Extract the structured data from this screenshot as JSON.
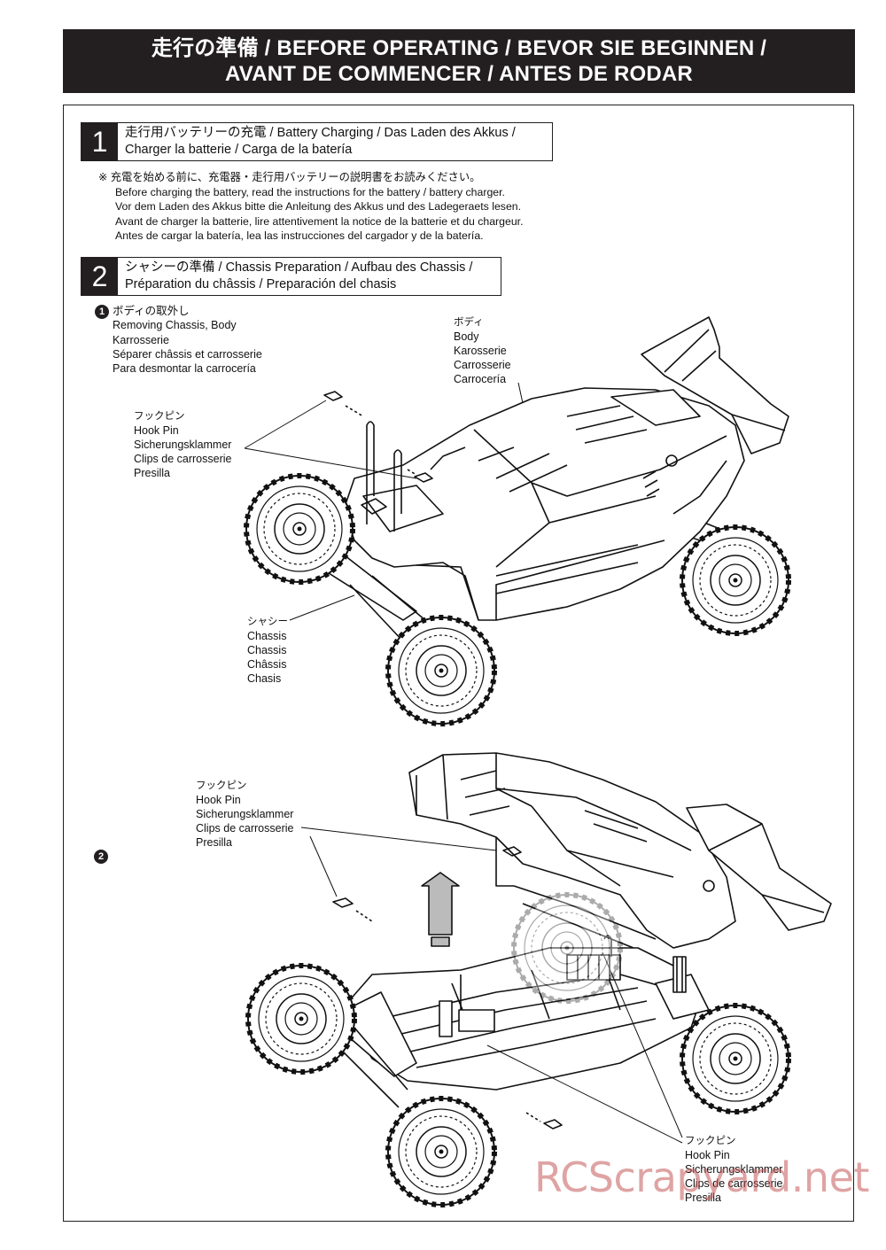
{
  "header": {
    "line1": "走行の準備 / BEFORE OPERATING / BEVOR SIE BEGINNEN /",
    "line2": "AVANT DE COMMENCER / ANTES DE RODAR"
  },
  "step1": {
    "number": "1",
    "title_line1": "走行用バッテリーの充電 / Battery Charging / Das Laden des Akkus /",
    "title_line2": "Charger la batterie / Carga de la batería",
    "note": [
      "※ 充電を始める前に、充電器・走行用バッテリーの説明書をお読みください。",
      "Before charging the battery, read the instructions for the battery / battery charger.",
      "Vor dem Laden des Akkus bitte die Anleitung des Akkus und des Ladegeraets lesen.",
      "Avant de charger la batterie, lire attentivement la notice de la batterie et du chargeur.",
      "Antes de cargar la batería, lea las instrucciones del cargador y de la batería."
    ]
  },
  "step2": {
    "number": "2",
    "title_line1": "シャシーの準備 / Chassis Preparation / Aufbau des Chassis /",
    "title_line2": "Préparation du châssis / Preparación del chasis",
    "sub1": {
      "marker": "1",
      "lines": [
        "ボディの取外し",
        "Removing Chassis, Body",
        "Karrosserie",
        "Séparer châssis et carrosserie",
        "Para desmontar la carrocería"
      ]
    },
    "sub2": {
      "marker": "2"
    },
    "body_label": [
      "ボディ",
      "Body",
      "Karosserie",
      "Carrosserie",
      "Carrocería"
    ],
    "hook_pin_label": [
      "フックピン",
      "Hook Pin",
      "Sicherungsklammer",
      "Clips de carrosserie",
      "Presilla"
    ],
    "chassis_label": [
      "シャシー",
      "Chassis",
      "Chassis",
      "Châssis",
      "Chasis"
    ]
  },
  "watermark": "RCScrapyard.net"
}
